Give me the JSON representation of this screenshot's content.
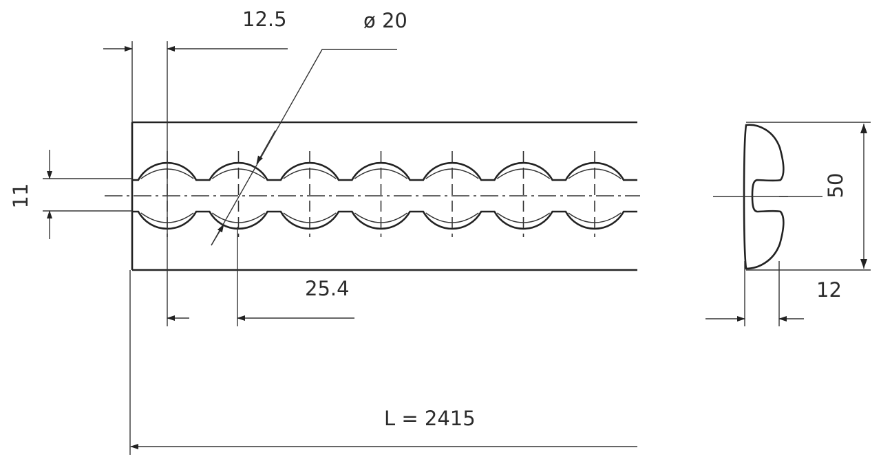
{
  "drawing": {
    "dimensions": {
      "hole_spacing_half": "12.5",
      "hole_diameter": "ø 20",
      "slot_width": "11",
      "pitch": "25.4",
      "length": "L = 2415",
      "profile_height": "50",
      "profile_thickness": "12"
    },
    "hole_count": 7,
    "colors": {
      "line": "#222222",
      "text": "#2b2b2b",
      "background": "#ffffff"
    }
  }
}
